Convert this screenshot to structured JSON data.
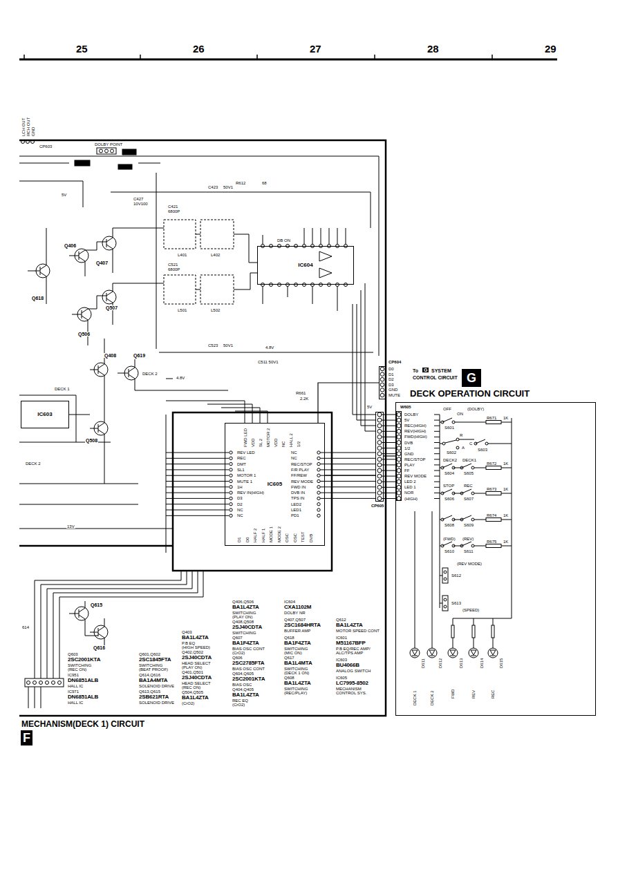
{
  "diagram": {
    "nodes": [
      {
        "text": [
          "IC604"
        ]
      },
      {
        "text": [
          "IC603"
        ]
      },
      {
        "text": [
          "IC605"
        ]
      },
      {
        "text": [
          "CP605"
        ]
      },
      {
        "text": [
          "CP604"
        ]
      },
      {
        "text": [
          "G"
        ]
      },
      {
        "text": [
          "DECK OPERATION CIRCUIT"
        ]
      },
      {
        "text": [
          "W605"
        ],
        "in": 6
      },
      {
        "text": [
          "F"
        ]
      }
    ],
    "edges": [
      {
        "from": 2,
        "to": 3,
        "arrow": "none"
      },
      {
        "from": 3,
        "to": 7,
        "arrow": "none"
      },
      {
        "from": 2,
        "to": 4,
        "arrow": "none"
      }
    ],
    "labels": [
      "25",
      "26",
      "27",
      "28",
      "29",
      "LCH OUT",
      "RCH OUT",
      "GND",
      "CP603",
      "DOLBY POINT",
      "5V",
      "C427",
      "10V100",
      "C421",
      "6800P",
      "C423",
      "50V1",
      "R612",
      "68",
      "DB ON",
      "Q406",
      "Q407",
      "L401",
      "L402",
      "C521",
      "6800P",
      "Q618",
      "Q507",
      "L501",
      "L502",
      "Q506",
      "C523",
      "50V1",
      "C511 50V1",
      "4.8V",
      "Q408",
      "Q619",
      "DECK 2",
      "4.8V",
      "DECK 1",
      "Q508",
      "DECK 2",
      "13V",
      "5V",
      "R661",
      "2.2K",
      "614",
      "Q615",
      "Q616",
      "REV LED",
      "REC",
      "DMT",
      "SL1",
      "MOTOR 1",
      "MUTE 1",
      "1H",
      "REV IN(HIGH)",
      "D3",
      "D2",
      "NC",
      "NC",
      "NC",
      "NC",
      "REC/STOP",
      "F/R PLAY",
      "FF/REW",
      "REV MODE",
      "FWD IN",
      "DVB IN",
      "TPS IN",
      "LED2",
      "LED1",
      "PD1",
      "FWD LED",
      "VDD",
      "SL 2",
      "MOTOR 2",
      "VDD",
      "NC",
      "HALL 2",
      "1/2",
      "D1",
      "D0",
      "HALF 2",
      "HALF 1",
      "MODE 1",
      "MODE 2",
      "OSC",
      "OSC",
      "TEST",
      "DVB",
      "DOLBY",
      "5V",
      "REC(HIGH)",
      "REV(HIGH)",
      "FWD(HIGH)",
      "DVB",
      "1/2",
      "GND",
      "REC/STOP",
      "PLAY",
      "FF",
      "REV MODE",
      "LED 2",
      "LED 1",
      "NOR",
      "(HIGH)",
      "D0",
      "D1",
      "D2",
      "D3",
      "GND",
      "MUTE",
      "To",
      "G",
      "SYSTEM",
      "CONTROL CIRCUIT",
      "OFF",
      "ON",
      "(DOLBY)",
      "S601",
      "R671",
      "1K",
      "S602",
      "R",
      "A",
      "C",
      "S603",
      "DECK2",
      "DECK1",
      "R672",
      "1K",
      "S604",
      "S605",
      "STOP",
      "REC",
      "R673",
      "1K",
      "S606",
      "S607",
      "R674",
      "1K",
      "S608",
      "S609",
      "(FWD)",
      "(REV)",
      "R675",
      "1K",
      "S610",
      "S611",
      "(REV MODE)",
      "S612",
      "S613",
      "(SPEED)",
      "D611",
      "D612",
      "D613",
      "D614",
      "D615",
      "DECK 1",
      "DECK 2",
      "FWD",
      "REV",
      "REC",
      "MECHANISM(DECK 1) CIRCUIT",
      "Q603",
      "2SC2001KTA",
      "SWITCHING",
      "(REC ON)",
      "IC951",
      "DN6851ALB",
      "HALL IC",
      "IC971",
      "DN6851ALB",
      "HALL IC",
      "Q601,Q602",
      "2SC1845FTA",
      "SWITCHING",
      "(BEAT PROOF)",
      "Q614,Q616",
      "BA1A4MTA",
      "SOLENOID DRIVE",
      "Q613,Q615",
      "2SB621RTA",
      "SOLENOID DRIVE",
      "Q403",
      "BA1L4ZTA",
      "P.B EQ",
      "(HIGH SPEED)",
      "Q402,Q502",
      "2SJ40CDTA",
      "HEAD SELECT",
      "(PLAY ON)",
      "Q401,Q501",
      "2SJ40CDTA",
      "HEAD SELECT",
      "(REC ON)",
      "Q504,Q505",
      "BA1L4ZTA",
      "(CrO2)",
      "Q406,Q506",
      "BA1L4ZTA",
      "SWITCHING",
      "(PLAY ON)",
      "Q408,Q508",
      "2SJ40CDTA",
      "SWITCHING",
      "Q607",
      "BA1F4ZTA",
      "BIAS OSC CONT",
      "(CrO2)",
      "Q606",
      "2SC2785FTA",
      "BIAS OSC CONT",
      "Q604,Q605",
      "2SC2001KTA",
      "BIAS OSC",
      "Q404,Q405",
      "BA1L4ZTA",
      "REC EQ",
      "(CrO2)",
      "IC604",
      "CXA1102M",
      "DOLBY NR",
      "Q407,Q507",
      "2SC1684HRTA",
      "BUFFER AMP",
      "Q618",
      "BA1F4ZTA",
      "SWITCHING",
      "(MIC ON)",
      "Q617",
      "BA1L4MTA",
      "SWITCHING",
      "(DECK 1 ON)",
      "Q608",
      "BA1L4ZTA",
      "SWITCHING",
      "(REC/PLAY)",
      "Q612",
      "BA1L4ZTA",
      "MOTOR SPEED CONT",
      "IC601",
      "M51167BFP",
      "P.B EQ/REC AMP/",
      "ALC/TPS AMP",
      "IC603",
      "BU4066B",
      "ANALOG SWITCH",
      "IC605",
      "LC7995-8502",
      "MECHANISM",
      "CONTROL SYS."
    ]
  }
}
